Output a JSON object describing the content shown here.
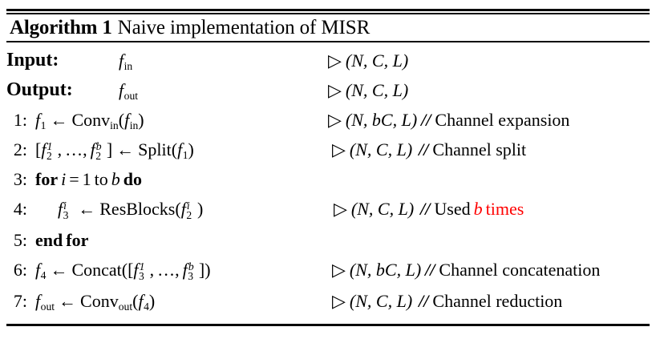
{
  "algorithm": {
    "label": "Algorithm 1",
    "title": "Naive implementation of MISR",
    "accent_color": "#ff0000",
    "text_color": "#000000",
    "background_color": "#ffffff",
    "comment_marker": "▷",
    "comment_prefix": "//",
    "assign_arrow": "←",
    "ellipsis": "…",
    "header": {
      "input": {
        "keyword": "Input:",
        "variable_base": "f",
        "variable_sub": "in",
        "shape": "(N, C, L)"
      },
      "output": {
        "keyword": "Output:",
        "variable_base": "f",
        "variable_sub": "out",
        "shape": "(N, C, L)"
      }
    },
    "steps": [
      {
        "number": "1:",
        "lhs_base": "f",
        "lhs_sub": "1",
        "op": "Conv",
        "op_sub": "in",
        "arg_base": "f",
        "arg_sub": "in",
        "shape": "(N, bC, L)",
        "comment": "Channel expansion"
      },
      {
        "number": "2:",
        "lhs_base": "f",
        "lhs_sub": "2",
        "lhs_sup_first": "1",
        "lhs_sup_last": "b",
        "op": "Split",
        "arg_base": "f",
        "arg_sub": "1",
        "shape": "(N, C, L)",
        "comment": "Channel split"
      },
      {
        "number": "3:",
        "kw_for": "for",
        "loop_var": "i",
        "loop_eq": "=",
        "loop_start": "1",
        "kw_to": "to",
        "loop_end": "b",
        "kw_do": "do"
      },
      {
        "number": "4:",
        "lhs_base": "f",
        "lhs_sub": "3",
        "lhs_sup": "i",
        "op": "ResBlocks",
        "arg_base": "f",
        "arg_sub": "2",
        "arg_sup": "i",
        "shape": "(N, C, L)",
        "comment_plain": "Used",
        "comment_accent_var": "b",
        "comment_accent_rest": "times"
      },
      {
        "number": "5:",
        "kw_end": "end",
        "kw_for": "for"
      },
      {
        "number": "6:",
        "lhs_base": "f",
        "lhs_sub": "4",
        "op": "Concat",
        "arg_base": "f",
        "arg_sub": "3",
        "arg_sup_first": "1",
        "arg_sup_last": "b",
        "shape": "(N, bC, L)",
        "comment": "Channel concatenation"
      },
      {
        "number": "7:",
        "lhs_base": "f",
        "lhs_sub": "out",
        "op": "Conv",
        "op_sub": "out",
        "arg_base": "f",
        "arg_sub": "4",
        "shape": "(N, C, L)",
        "comment": "Channel reduction"
      }
    ]
  }
}
